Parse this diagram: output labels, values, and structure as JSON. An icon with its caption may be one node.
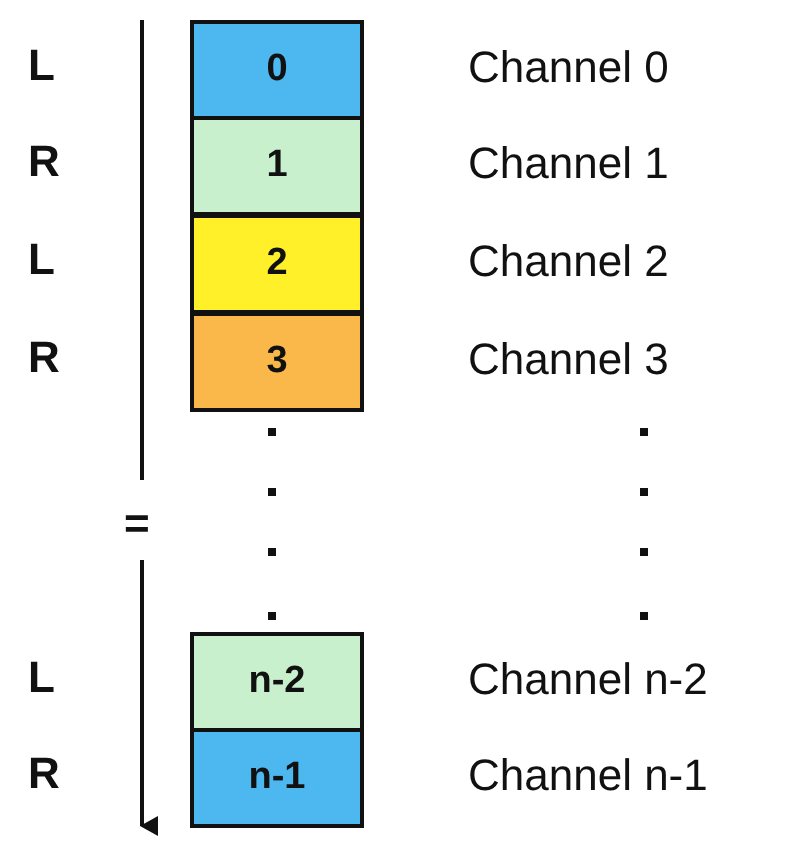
{
  "diagram": {
    "nodes": [
      {
        "text": [
          "0"
        ],
        "beside": [
          "Channel 0"
        ]
      },
      {
        "text": [
          "1"
        ],
        "beside": [
          "Channel 1"
        ]
      },
      {
        "text": [
          "2"
        ],
        "beside": [
          "Channel 2"
        ]
      },
      {
        "text": [
          "3"
        ],
        "beside": [
          "Channel 3"
        ]
      },
      {
        "text": [
          "n-2"
        ],
        "beside": [
          "Channel n-2"
        ]
      },
      {
        "text": [
          "n-1"
        ],
        "beside": [
          "Channel n-1"
        ]
      }
    ],
    "labels": [
      "L",
      "R",
      "L",
      "R",
      "=",
      "L",
      "R"
    ]
  }
}
